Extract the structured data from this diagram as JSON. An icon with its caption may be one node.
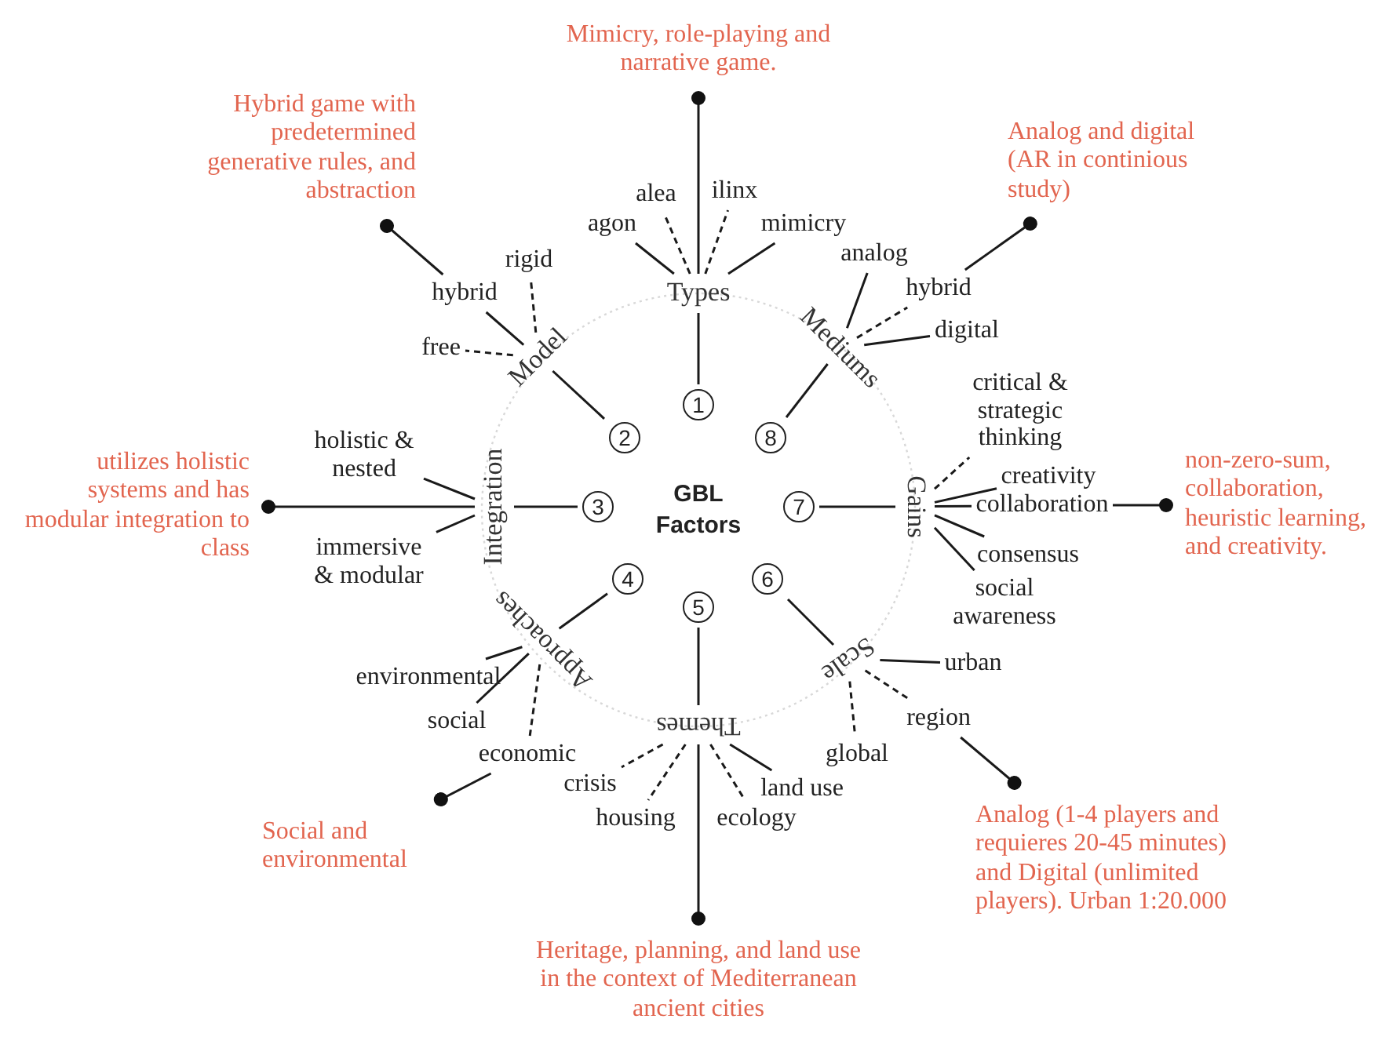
{
  "diagram": {
    "nodes": [
      {
        "text": [
          "GBL Factors"
        ]
      },
      {
        "text": [
          "1"
        ]
      },
      {
        "text": [
          "2"
        ]
      },
      {
        "text": [
          "3"
        ]
      },
      {
        "text": [
          "4"
        ]
      },
      {
        "text": [
          "5"
        ]
      },
      {
        "text": [
          "6"
        ]
      },
      {
        "text": [
          "7"
        ]
      },
      {
        "text": [
          "8"
        ]
      },
      {
        "text": [
          "Types"
        ]
      },
      {
        "text": [
          "Model"
        ]
      },
      {
        "text": [
          "Integration"
        ]
      },
      {
        "text": [
          "Approaches"
        ]
      },
      {
        "text": [
          "Themes"
        ]
      },
      {
        "text": [
          "Scale"
        ]
      },
      {
        "text": [
          "Gains"
        ]
      },
      {
        "text": [
          "Mediums"
        ]
      },
      {
        "text": [
          "agon"
        ]
      },
      {
        "text": [
          "alea"
        ]
      },
      {
        "text": [
          "ilinx"
        ]
      },
      {
        "text": [
          "mimicry"
        ]
      },
      {
        "text": [
          "Mimicry, role-playing and narrative game."
        ]
      },
      {
        "text": [
          "rigid"
        ]
      },
      {
        "text": [
          "hybrid"
        ]
      },
      {
        "text": [
          "free"
        ]
      },
      {
        "text": [
          "Hybrid game with predetermined generative rules, and abstraction"
        ]
      },
      {
        "text": [
          "holistic & nested"
        ]
      },
      {
        "text": [
          "immersive & modular"
        ]
      },
      {
        "text": [
          "utilizes holistic systems and has modular integration to class"
        ]
      },
      {
        "text": [
          "environmental"
        ]
      },
      {
        "text": [
          "social"
        ]
      },
      {
        "text": [
          "economic"
        ]
      },
      {
        "text": [
          "Social and environmental"
        ]
      },
      {
        "text": [
          "crisis"
        ]
      },
      {
        "text": [
          "housing"
        ]
      },
      {
        "text": [
          "ecology"
        ]
      },
      {
        "text": [
          "land use"
        ]
      },
      {
        "text": [
          "Heritage, planning, and land use in the context of Mediterranean ancient cities"
        ]
      },
      {
        "text": [
          "urban"
        ]
      },
      {
        "text": [
          "region"
        ]
      },
      {
        "text": [
          "global"
        ]
      },
      {
        "text": [
          "Analog (1-4 players and requieres 20-45 minutes) and Digital (unlimited players). Urban 1:20.000"
        ]
      },
      {
        "text": [
          "critical & strategic thinking"
        ]
      },
      {
        "text": [
          "creativity"
        ]
      },
      {
        "text": [
          "collaboration"
        ]
      },
      {
        "text": [
          "consensus"
        ]
      },
      {
        "text": [
          "social awareness"
        ]
      },
      {
        "text": [
          "non-zero-sum, collaboration, heuristic learning, and creativity."
        ]
      },
      {
        "text": [
          "analog"
        ]
      },
      {
        "text": [
          "hybrid"
        ]
      },
      {
        "text": [
          "digital"
        ]
      },
      {
        "text": [
          "Analog and digital (AR in continious study)"
        ]
      }
    ],
    "edges": [
      {
        "from": 1,
        "to": 9,
        "arrow": "none"
      },
      {
        "from": 2,
        "to": 10,
        "arrow": "none"
      },
      {
        "from": 3,
        "to": 11,
        "arrow": "none"
      },
      {
        "from": 4,
        "to": 12,
        "arrow": "none"
      },
      {
        "from": 5,
        "to": 13,
        "arrow": "none"
      },
      {
        "from": 6,
        "to": 14,
        "arrow": "none"
      },
      {
        "from": 7,
        "to": 15,
        "arrow": "none"
      },
      {
        "from": 8,
        "to": 16,
        "arrow": "none"
      },
      {
        "from": 9,
        "to": 17,
        "arrow": "none"
      },
      {
        "from": 9,
        "to": 18,
        "arrow": "none",
        "style": "dashed"
      },
      {
        "from": 9,
        "to": 19,
        "arrow": "none",
        "style": "dashed"
      },
      {
        "from": 9,
        "to": 20,
        "arrow": "none"
      },
      {
        "from": 9,
        "to": 21,
        "arrow": "other"
      },
      {
        "from": 10,
        "to": 22,
        "arrow": "none",
        "style": "dashed"
      },
      {
        "from": 10,
        "to": 23,
        "arrow": "none"
      },
      {
        "from": 10,
        "to": 24,
        "arrow": "none",
        "style": "dashed"
      },
      {
        "from": 23,
        "to": 25,
        "arrow": "other"
      },
      {
        "from": 11,
        "to": 26,
        "arrow": "none"
      },
      {
        "from": 11,
        "to": 27,
        "arrow": "none"
      },
      {
        "from": 11,
        "to": 28,
        "arrow": "other"
      },
      {
        "from": 12,
        "to": 29,
        "arrow": "none"
      },
      {
        "from": 12,
        "to": 30,
        "arrow": "none"
      },
      {
        "from": 12,
        "to": 31,
        "arrow": "none",
        "style": "dashed"
      },
      {
        "from": 31,
        "to": 32,
        "arrow": "other"
      },
      {
        "from": 13,
        "to": 33,
        "arrow": "none",
        "style": "dashed"
      },
      {
        "from": 13,
        "to": 34,
        "arrow": "none",
        "style": "dashed"
      },
      {
        "from": 13,
        "to": 35,
        "arrow": "none",
        "style": "dashed"
      },
      {
        "from": 13,
        "to": 36,
        "arrow": "none"
      },
      {
        "from": 13,
        "to": 37,
        "arrow": "other"
      },
      {
        "from": 14,
        "to": 38,
        "arrow": "none"
      },
      {
        "from": 14,
        "to": 39,
        "arrow": "none",
        "style": "dashed"
      },
      {
        "from": 14,
        "to": 40,
        "arrow": "none",
        "style": "dashed"
      },
      {
        "from": 39,
        "to": 41,
        "arrow": "other"
      },
      {
        "from": 15,
        "to": 42,
        "arrow": "none",
        "style": "dashed"
      },
      {
        "from": 15,
        "to": 43,
        "arrow": "none"
      },
      {
        "from": 15,
        "to": 44,
        "arrow": "none"
      },
      {
        "from": 15,
        "to": 45,
        "arrow": "none"
      },
      {
        "from": 15,
        "to": 46,
        "arrow": "none"
      },
      {
        "from": 44,
        "to": 47,
        "arrow": "other"
      },
      {
        "from": 16,
        "to": 48,
        "arrow": "none"
      },
      {
        "from": 16,
        "to": 49,
        "arrow": "none",
        "style": "dashed"
      },
      {
        "from": 16,
        "to": 50,
        "arrow": "none"
      },
      {
        "from": 49,
        "to": 51,
        "arrow": "other"
      }
    ]
  }
}
